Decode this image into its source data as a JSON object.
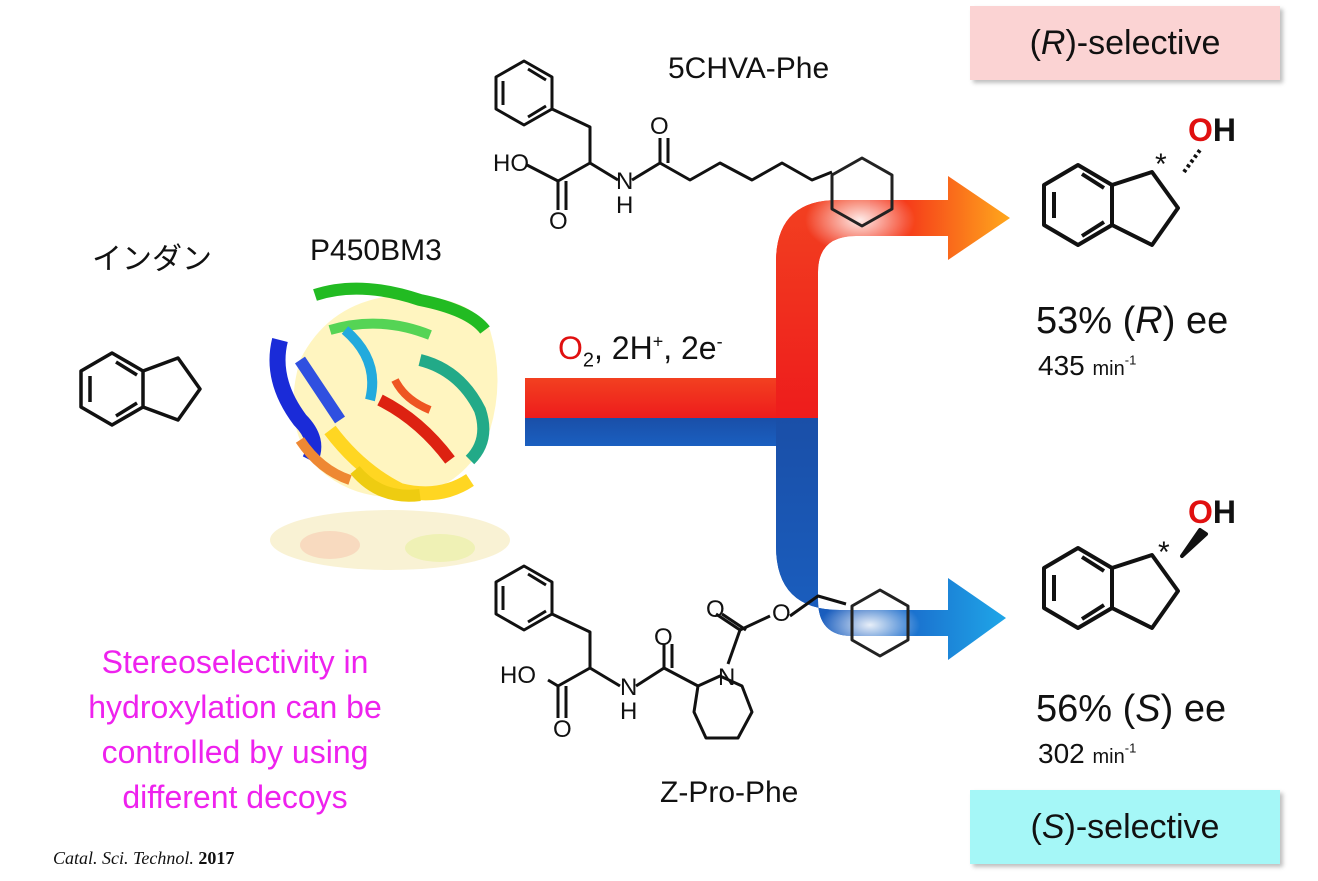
{
  "labels": {
    "substrate": "インダン",
    "enzyme": "P450BM3",
    "decoy_top": "5CHVA-Phe",
    "decoy_bottom": "Z-Pro-Phe"
  },
  "reaction": {
    "o": "O",
    "o_sub": "2",
    "mid": ", 2H",
    "plus": "+",
    "end": ", 2e",
    "minus": "-"
  },
  "r_box": {
    "open": "(",
    "letter": "R",
    "rest": ")-selective"
  },
  "s_box": {
    "open": "(",
    "letter": "S",
    "rest": ")-selective"
  },
  "result_r": {
    "pct": "53% (",
    "letter": "R",
    "close": ") ee",
    "rate": "435",
    "unit": "min",
    "exp": "-1"
  },
  "result_s": {
    "pct": "56% (",
    "letter": "S",
    "close": ") ee",
    "rate": "302",
    "unit": "min",
    "exp": "-1"
  },
  "atoms": {
    "oh": "OH",
    "ho": "HO",
    "o": "O",
    "n": "N",
    "h": "H",
    "star": "*"
  },
  "caption": {
    "line1": "Stereoselectivity in",
    "line2": "hydroxylation can be",
    "line3": "controlled by using",
    "line4": "different decoys"
  },
  "reference": {
    "journal": "Catal. Sci. Technol.",
    "year": "2017"
  },
  "colors": {
    "red_arrow": "#ee1c1c",
    "orange_tip": "#ffa81c",
    "blue_arrow": "#1a4fa8",
    "cyan_tip": "#1fa6e8",
    "r_box_bg": "#fbd3d3",
    "s_box_bg": "#a5f7f7",
    "caption": "#ee22ee",
    "oxygen": "#e01010"
  }
}
